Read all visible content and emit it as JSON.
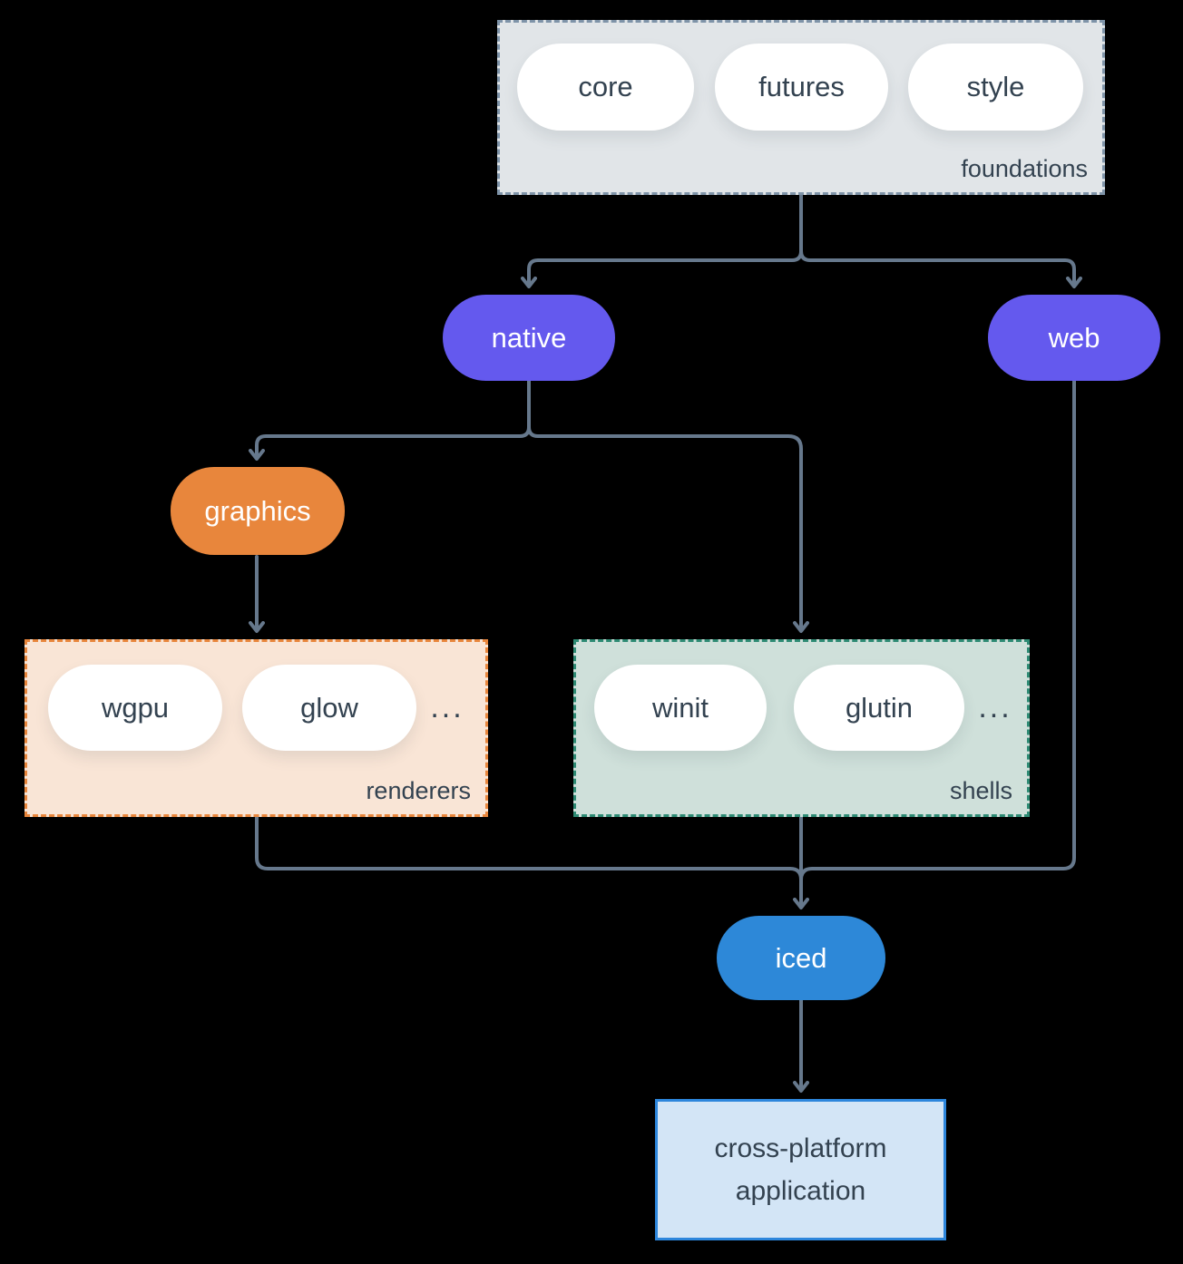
{
  "colors": {
    "background": "#000000",
    "connector": "#66788c",
    "dark_text": "#334250",
    "white": "#ffffff",
    "purple": "#6459ee",
    "orange": "#e8863c",
    "blue": "#2d88d8",
    "foundations_fill": "#e1e5e8",
    "foundations_border": "#7e93a8",
    "renderers_fill": "#f9e5d6",
    "renderers_border": "#e8863c",
    "shells_fill": "#cfe0da",
    "shells_border": "#2e8b74",
    "app_fill": "#d3e5f6",
    "app_border": "#2d86dc"
  },
  "groups": {
    "foundations": {
      "label": "foundations",
      "pills": [
        "core",
        "futures",
        "style"
      ]
    },
    "renderers": {
      "label": "renderers",
      "pills": [
        "wgpu",
        "glow"
      ],
      "more": "..."
    },
    "shells": {
      "label": "shells",
      "pills": [
        "winit",
        "glutin"
      ],
      "more": "..."
    }
  },
  "nodes": {
    "native": {
      "label": "native"
    },
    "web": {
      "label": "web"
    },
    "graphics": {
      "label": "graphics"
    },
    "iced": {
      "label": "iced"
    },
    "application": {
      "label": "cross-platform application"
    }
  }
}
